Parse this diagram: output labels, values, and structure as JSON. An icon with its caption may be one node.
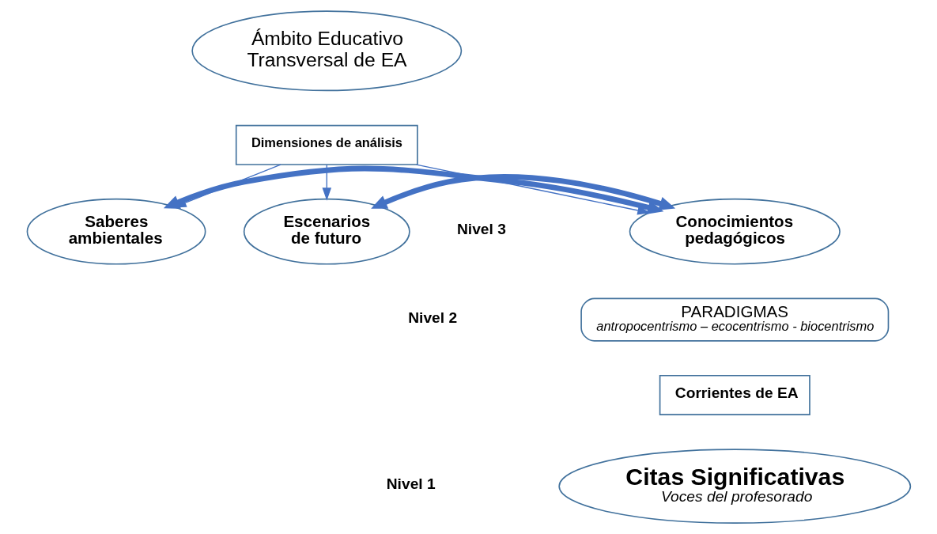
{
  "diagram": {
    "nodes": [
      {
        "text": [
          "Ámbito Educativo Transversal de EA"
        ]
      },
      {
        "text": [
          "Dimensiones de análisis"
        ]
      },
      {
        "text": [
          "Saberes ambientales"
        ]
      },
      {
        "text": [
          "Conocimientos pedagógicos"
        ]
      },
      {
        "text": [
          "Escenarios de futuro"
        ]
      },
      {
        "text": [
          "PARADIGMAS",
          "antropocentrismo – ecocentrismo - biocentrismo"
        ]
      },
      {
        "text": [
          "Corrientes de EA"
        ]
      },
      {
        "text": [
          "Citas Significativas",
          "Voces del profesorado"
        ]
      }
    ],
    "edges": [
      {
        "from": 1,
        "to": 2,
        "arrow": "to"
      },
      {
        "from": 1,
        "to": 3,
        "arrow": "to"
      },
      {
        "from": 1,
        "to": 4,
        "arrow": "to"
      },
      {
        "from": 2,
        "to": 3,
        "arrow": "both",
        "style": "thick"
      },
      {
        "from": 3,
        "to": 4,
        "arrow": "both",
        "style": "thick"
      }
    ],
    "labels": [
      "Nivel 3",
      "Nivel 2",
      "Nivel 1"
    ]
  }
}
